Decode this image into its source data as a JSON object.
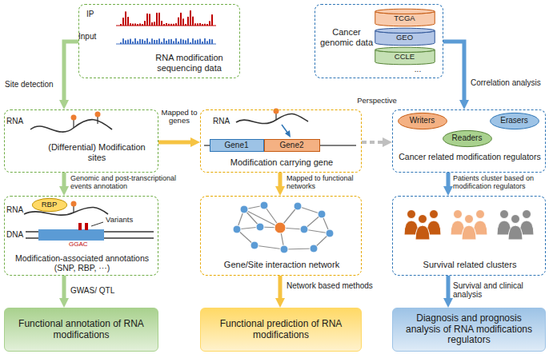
{
  "diagram": {
    "nodes": [
      {
        "text": [
          "RNA modification sequencing data"
        ]
      },
      {
        "text": [
          "Cancer genomic data"
        ]
      },
      {
        "text": [
          "TCGA"
        ],
        "in": 1
      },
      {
        "text": [
          "GEO"
        ],
        "in": 1
      },
      {
        "text": [
          "CCLE"
        ],
        "in": 1
      },
      {
        "text": [
          "(Differential) Modification sites"
        ]
      },
      {
        "text": [
          "Modification carrying gene"
        ]
      },
      {
        "text": [
          "Gene1"
        ],
        "in": 6
      },
      {
        "text": [
          "Gene2"
        ],
        "in": 6
      },
      {
        "text": [
          "Cancer related modification regulators"
        ]
      },
      {
        "text": [
          "Writers"
        ],
        "in": 9
      },
      {
        "text": [
          "Readers"
        ],
        "in": 9
      },
      {
        "text": [
          "Erasers"
        ],
        "in": 9
      },
      {
        "text": [
          "Modification-associated annotations (SNP, RBP, ···)"
        ]
      },
      {
        "text": [
          "RBP"
        ],
        "in": 13
      },
      {
        "text": [
          "Gene/Site interaction network"
        ]
      },
      {
        "text": [
          "Survival related clusters"
        ]
      },
      {
        "text": [
          "Functional annotation of RNA modifications"
        ]
      },
      {
        "text": [
          "Functional prediction of RNA modifications"
        ]
      },
      {
        "text": [
          "Diagnosis and prognosis analysis of RNA modifications regulators"
        ]
      }
    ],
    "edges": [
      {
        "from": 0,
        "to": 5,
        "arrow": "to",
        "label": "Site detection"
      },
      {
        "from": 1,
        "to": 9,
        "arrow": "to",
        "label": "Correlation analysis"
      },
      {
        "from": 5,
        "to": 6,
        "arrow": "to",
        "label": "Mapped to genes"
      },
      {
        "from": 6,
        "to": 9,
        "arrow": "to",
        "label": "Perspective"
      },
      {
        "from": 5,
        "to": 13,
        "arrow": "to",
        "label": "Genomic and post-transcriptional events annotation"
      },
      {
        "from": 6,
        "to": 15,
        "arrow": "to",
        "label": "Mapped to functional networks"
      },
      {
        "from": 9,
        "to": 16,
        "arrow": "to",
        "label": "Patients cluster based on modification regulators"
      },
      {
        "from": 13,
        "to": 17,
        "arrow": "to",
        "label": "GWAS/ QTL"
      },
      {
        "from": 15,
        "to": 18,
        "arrow": "to",
        "label": "Network based methods"
      },
      {
        "from": 16,
        "to": 19,
        "arrow": "to",
        "label": "Survival and clinical analysis"
      }
    ],
    "labels": [
      "IP",
      "Input",
      "...",
      "RNA",
      "RNA",
      "RNA",
      "Variants",
      "DNA",
      "GGAC"
    ]
  }
}
